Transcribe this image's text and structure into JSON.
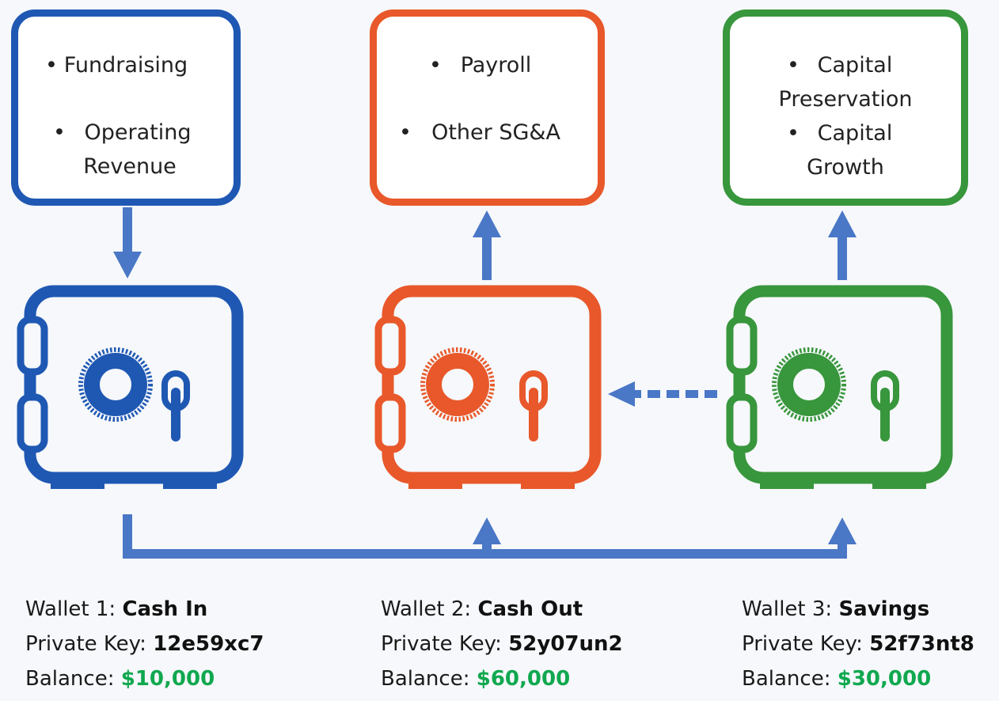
{
  "boxes": [
    {
      "items": [
        "Fundraising",
        "Operating",
        "Revenue"
      ]
    },
    {
      "items": [
        "Payroll",
        "Other SG&A"
      ]
    },
    {
      "items": [
        "Capital",
        "Preservation",
        "Capital",
        "Growth"
      ]
    }
  ],
  "wallets": [
    {
      "wallet_label": "Wallet 1: ",
      "name": "Cash In",
      "key_label": "Private Key: ",
      "key": "12e59xc7",
      "balance_label": "Balance: ",
      "balance": "$10,000",
      "color": "#1f58b3"
    },
    {
      "wallet_label": "Wallet 2: ",
      "name": "Cash Out",
      "key_label": "Private Key: ",
      "key": "52y07un2",
      "balance_label": "Balance: ",
      "balance": "$60,000",
      "color": "#e8582a"
    },
    {
      "wallet_label": "Wallet 3: ",
      "name": "Savings",
      "key_label": "Private Key: ",
      "key": "52f73nt8",
      "balance_label": "Balance: ",
      "balance": "$30,000",
      "color": "#38963c"
    }
  ],
  "colors": {
    "arrow": "#4a77c6",
    "balance": "#10a84f"
  }
}
